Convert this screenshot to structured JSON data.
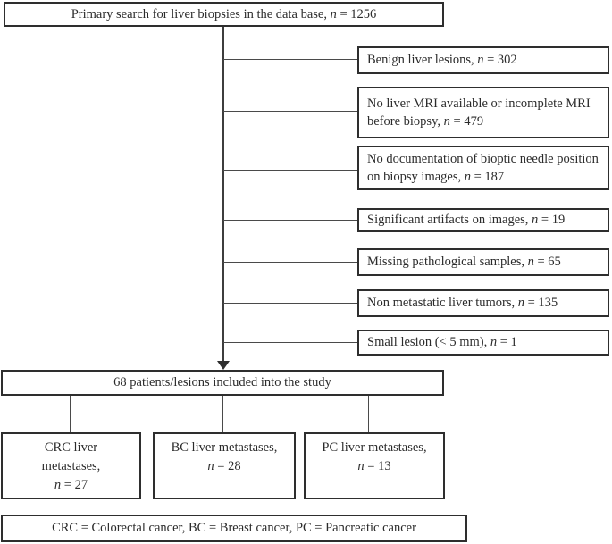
{
  "title_box": {
    "text": "Primary search for liver biopsies in the data base, ",
    "n": "n",
    "after": " = 1256"
  },
  "exclusions": [
    {
      "text": "Benign liver lesions, ",
      "n": "n",
      "after": " = 302"
    },
    {
      "text": "No liver MRI available or incomplete MRI before biopsy, ",
      "n": "n",
      "after": " = 479"
    },
    {
      "text": "No documentation of bioptic needle position on biopsy images, ",
      "n": "n",
      "after": " = 187"
    },
    {
      "text": "Significant artifacts on images, ",
      "n": "n",
      "after": " = 19"
    },
    {
      "text": "Missing pathological samples, ",
      "n": "n",
      "after": " = 65"
    },
    {
      "text": "Non metastatic liver tumors, ",
      "n": "n",
      "after": " = 135"
    },
    {
      "text": "Small lesion (< 5 mm), ",
      "n": "n",
      "after": " = 1"
    }
  ],
  "included_box": {
    "text": "68 patients/lesions included into the study"
  },
  "groups": [
    {
      "line1": "CRC liver",
      "line2": "metastases,",
      "n": "n",
      "after": " = 27"
    },
    {
      "line1": "BC liver metastases,",
      "n": "n",
      "after": " = 28"
    },
    {
      "line1": "PC liver metastases,",
      "n": "n",
      "after": " = 13"
    }
  ],
  "legend": {
    "text": "CRC = Colorectal cancer, BC = Breast cancer, PC = Pancreatic cancer"
  },
  "colors": {
    "border": "#2e2e2e",
    "text": "#2b2b2b",
    "line": "#4a4a4a",
    "background": "#ffffff"
  }
}
